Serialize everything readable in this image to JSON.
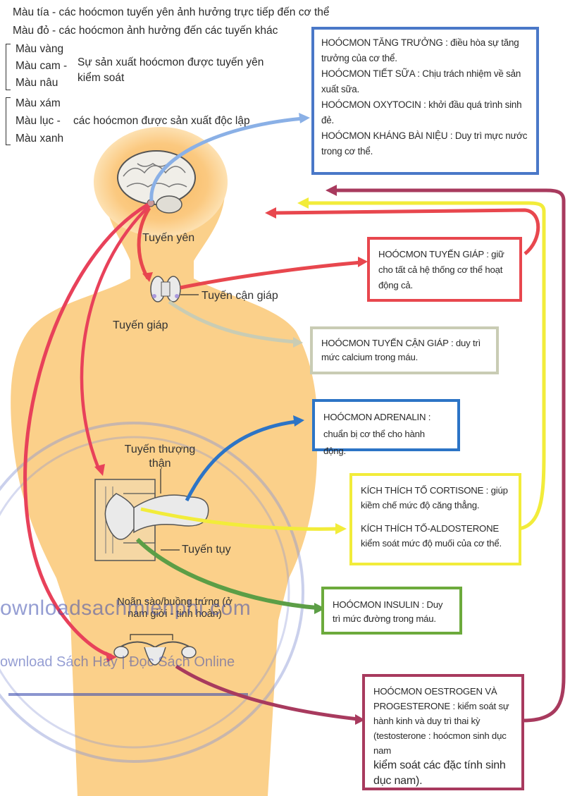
{
  "legend": {
    "purple": "Màu tía - các hoócmon tuyến yên ảnh hưởng trực tiếp đến cơ thể",
    "red": "Màu đỏ - các hoócmon ảnh hưởng đến các tuyến khác",
    "group1": {
      "colors": [
        "Màu vàng",
        "Màu cam -",
        "Màu nâu"
      ],
      "description": "Sự sản xuất hoócmon được tuyến yên kiểm soát"
    },
    "group2": {
      "colors": [
        "Màu xám",
        "Màu lục -",
        "Màu xanh"
      ],
      "description": "các hoócmon được sản xuất độc lập"
    }
  },
  "organs": {
    "pituitary": "Tuyến yên",
    "parathyroid": "Tuyến cận giáp",
    "thyroid": "Tuyến giáp",
    "adrenal": "Tuyến thượng thận",
    "pancreas": "Tuyến tụy",
    "gonads": "Noãn sào/buồng trứng (ở nam giới - tinh hoàn)"
  },
  "boxes": {
    "pituitary": {
      "color": "#4a78c8",
      "lines": [
        "HOÓCMON TĂNG TRƯỞNG : điều hòa sự tăng trưởng của cơ thể.",
        "HOÓCMON TIẾT SỮA : Chịu trách nhiệm về sản xuất sữa.",
        "HOÓCMON OXYTOCIN : khởi đầu quá trình sinh đẻ.",
        "HOÓCMON KHÁNG BÀI NIỆU : Duy trì mực nước trong cơ thể."
      ]
    },
    "thyroid": {
      "color": "#e8474e",
      "text": "HOÓCMON TUYẾN GIÁP : giữ cho tất cả hệ thống cơ thể hoạt động cả."
    },
    "parathyroid": {
      "color": "#c9ccb4",
      "text": "HOÓCMON TUYẾN CẬN GIÁP : duy trì mức calcium trong máu."
    },
    "adrenalin": {
      "color": "#2c74c6",
      "text": "HOÓCMON ADRENALIN : chuẩn bị cơ thể cho hành động."
    },
    "cortisone": {
      "color": "#f2ec3a",
      "line1": "KÍCH THÍCH TỐ CORTISONE : giúp kiềm chế mức độ căng thẳng.",
      "line2": "KÍCH THÍCH TỐ-ALDOSTERONE kiểm soát mức độ muối của cơ thể."
    },
    "insulin": {
      "color": "#6caa3c",
      "text": "HOÓCMON INSULIN : Duy trì mức đường trong máu."
    },
    "oestrogen": {
      "color": "#a83a5e",
      "text": "HOÓCMON OESTROGEN VÀ PROGESTERONE : kiểm soát sự hành kinh và duy trì thai kỳ",
      "note": "(testosterone : hoócmon sinh dục nam",
      "note2": "kiểm soát các đặc tính sinh dục nam)."
    }
  },
  "watermark": {
    "main": "ownloadsachmienphi.com",
    "sub": "ownload Sách Hay | Đọc Sách Online"
  },
  "colors": {
    "body": "#fbd08a",
    "purple": "#e8415a",
    "red": "#e8474e",
    "yellow": "#f2ec3a",
    "blue": "#2c74c6",
    "light_blue": "#8ab0e6",
    "green": "#5c9e46",
    "maroon": "#a83a5e"
  }
}
